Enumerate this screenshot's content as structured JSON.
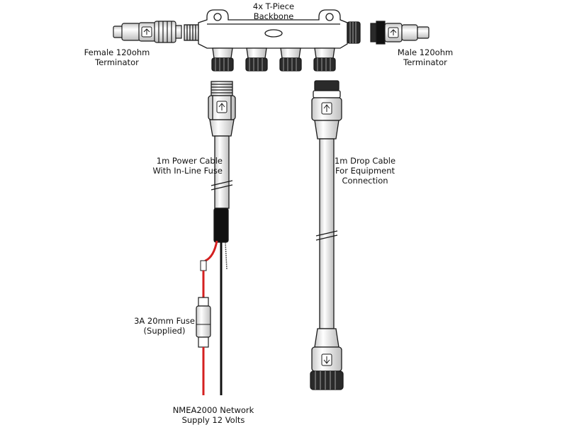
{
  "labels": {
    "backbone": {
      "line1": "4x T-Piece",
      "line2": "Backbone"
    },
    "female_terminator": {
      "line1": "Female 120ohm",
      "line2": "Terminator"
    },
    "male_terminator": {
      "line1": "Male 120ohm",
      "line2": "Terminator"
    },
    "power_cable": {
      "line1": "1m Power Cable",
      "line2": "With In-Line Fuse"
    },
    "drop_cable": {
      "line1": "1m Drop Cable",
      "line2": "For Equipment",
      "line3": "Connection"
    },
    "fuse": {
      "line1": "3A 20mm Fuse",
      "line2": "(Supplied)"
    },
    "supply": {
      "line1": "NMEA2000 Network",
      "line2": "Supply 12 Volts"
    }
  },
  "colors": {
    "outline": "#1a1a1a",
    "positive_wire": "#d42020",
    "negative_wire": "#111111",
    "fill": "#ffffff",
    "shade": "#d8d8d8",
    "dark": "#2a2a2a"
  },
  "icons": {
    "arrow": "up-arrow-icon"
  }
}
